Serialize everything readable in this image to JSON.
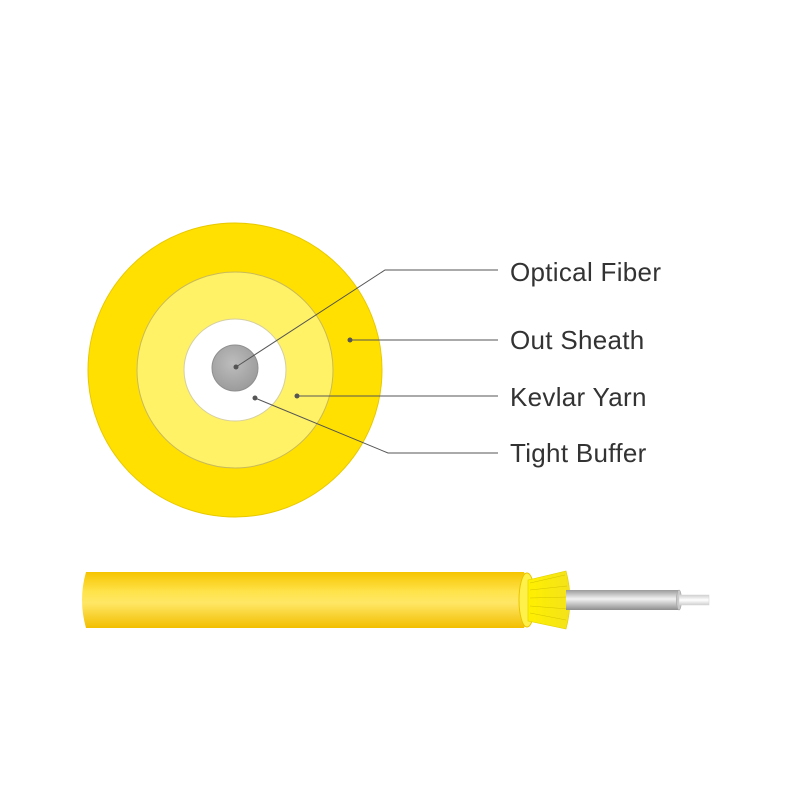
{
  "diagram": {
    "labels": [
      {
        "id": "optical-fiber",
        "text": "Optical Fiber"
      },
      {
        "id": "out-sheath",
        "text": "Out Sheath"
      },
      {
        "id": "kevlar-yarn",
        "text": "Kevlar Yarn"
      },
      {
        "id": "tight-buffer",
        "text": "Tight Buffer"
      }
    ],
    "colors": {
      "out_sheath": "#FFE000",
      "kevlar_yarn": "#FFF266",
      "tight_buffer": "#FFFFFF",
      "optical_fiber": "#A9A9A9",
      "leader_line": "#555555",
      "label_text": "#333333"
    }
  }
}
